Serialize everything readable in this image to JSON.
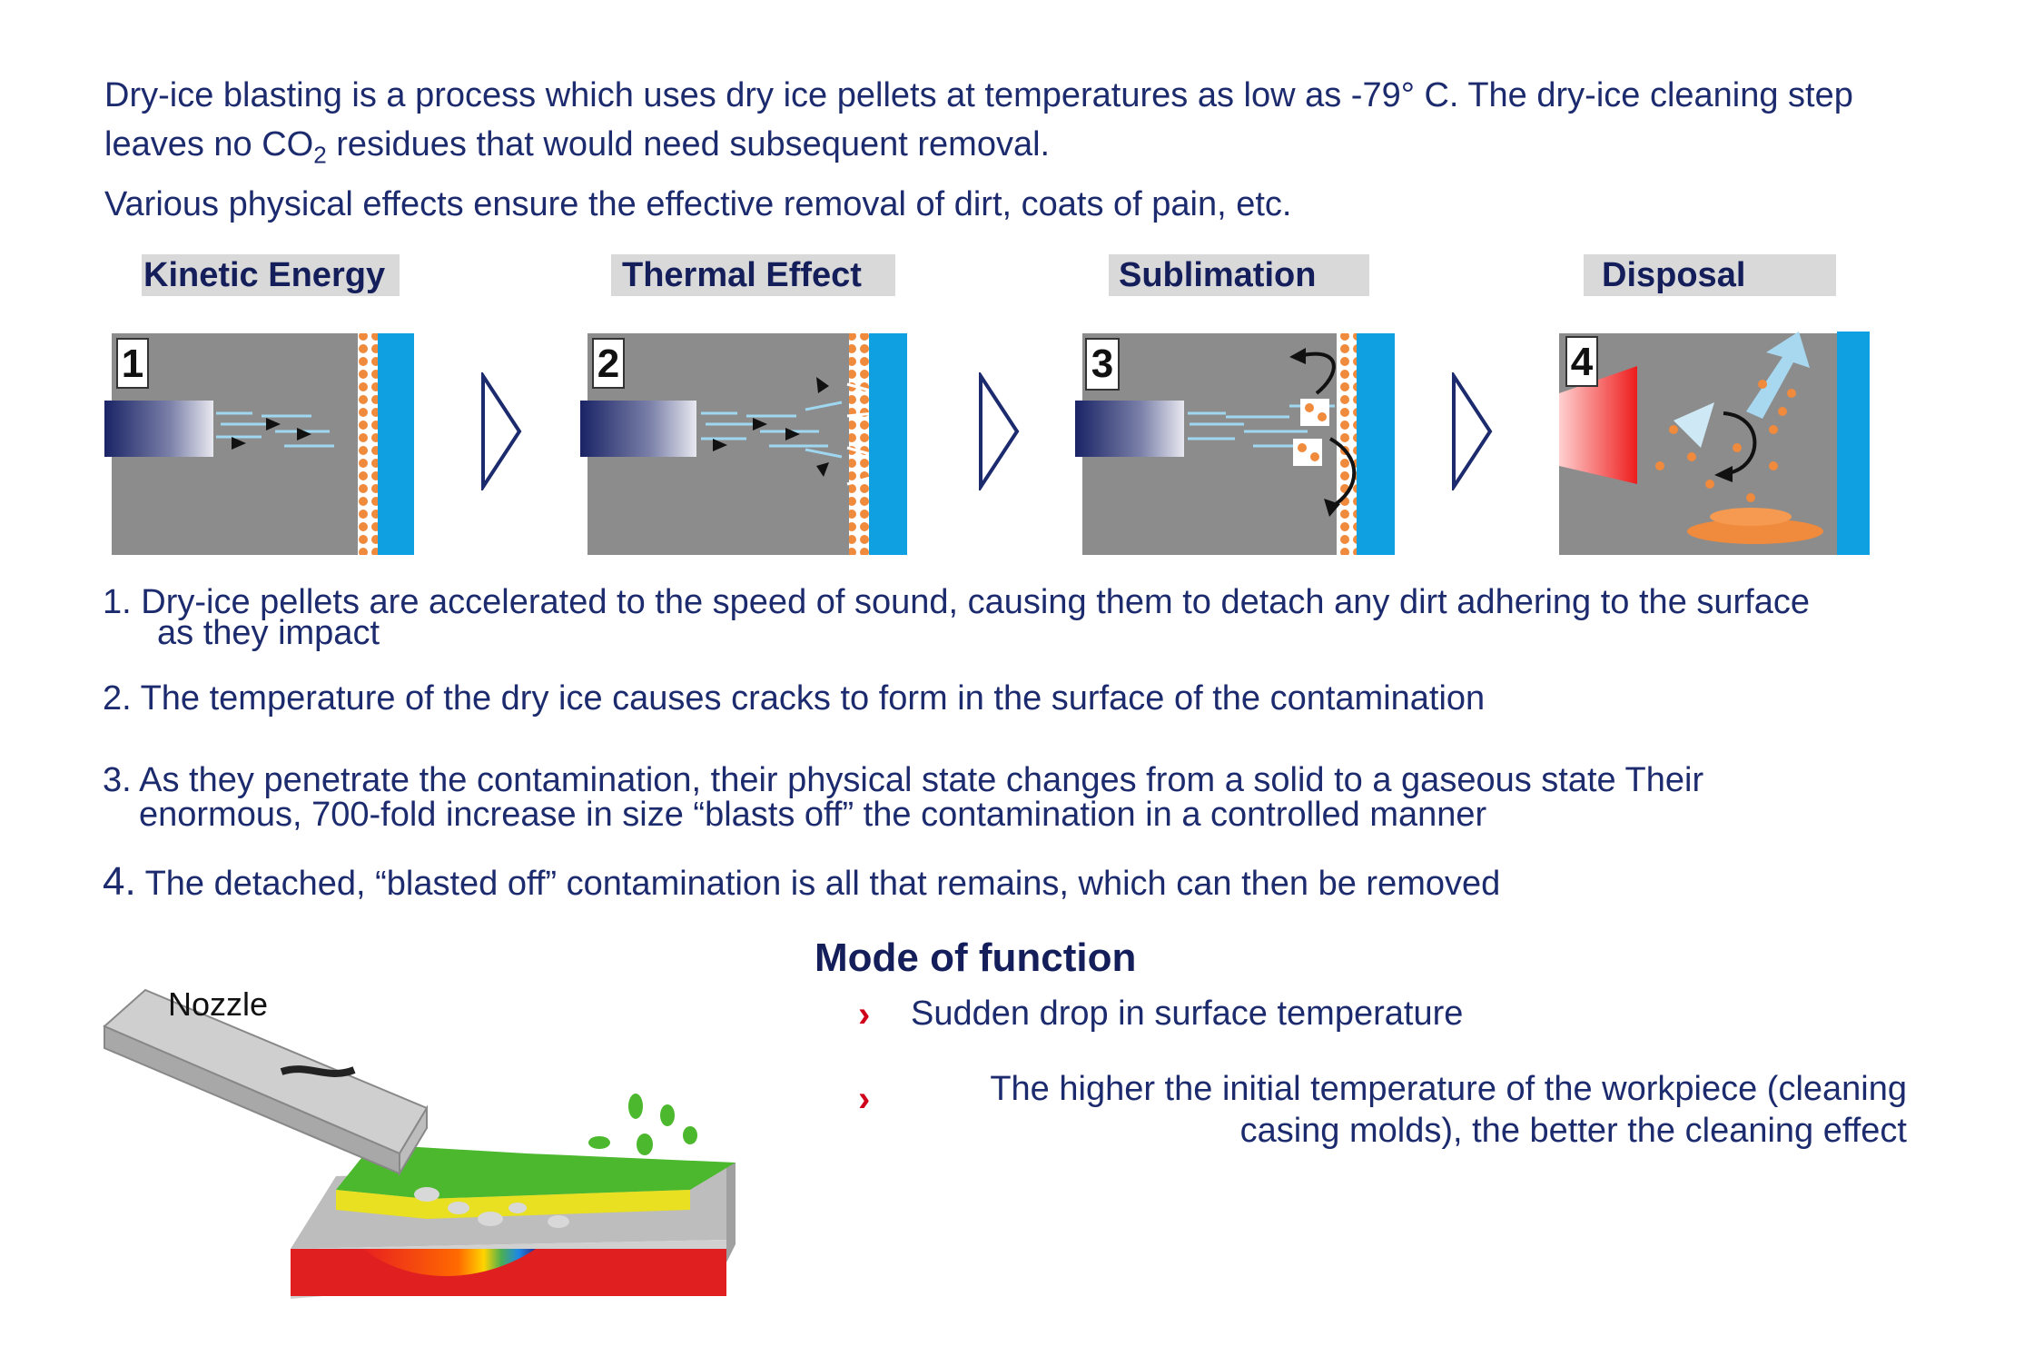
{
  "intro": {
    "line1": "Dry-ice blasting is a process which uses dry ice pellets at temperatures as low as -79° C. The dry-ice cleaning step",
    "line2_pre": "leaves no CO",
    "line2_sub": "2",
    "line2_post": " residues that would need subsequent removal.",
    "line3": "Various physical effects ensure the effective removal of dirt, coats of pain, etc."
  },
  "steps": [
    {
      "title": "Kinetic Energy",
      "number": "1"
    },
    {
      "title": "Thermal Effect",
      "number": "2"
    },
    {
      "title": "Sublimation",
      "number": "3"
    },
    {
      "title": "Disposal",
      "number": "4"
    }
  ],
  "descriptions": [
    {
      "line1": "1. Dry-ice pellets are accelerated to the speed of sound, causing them to detach any dirt adhering to the surface",
      "line2": "as they impact"
    },
    {
      "line1": "2. The temperature of the dry ice causes cracks to form in the surface of the contamination",
      "line2": ""
    },
    {
      "line1": "3. As they penetrate the contamination, their physical state changes from a solid to a gaseous state Their",
      "line2": "enormous, 700-fold increase in size “blasts off” the contamination in a controlled manner"
    },
    {
      "num": "4.",
      "line1": " The detached, “blasted off” contamination is all that remains, which can then be removed",
      "line2": ""
    }
  ],
  "illustration": {
    "nozzle_label": "Nozzle"
  },
  "mode": {
    "title": "Mode of function",
    "bullets": [
      {
        "line1": "Sudden drop in surface temperature",
        "line2": ""
      },
      {
        "line1": "The higher the initial temperature of the workpiece (cleaning",
        "line2": "casing molds), the better the cleaning effect"
      }
    ]
  },
  "colors": {
    "text": "#1c2a6e",
    "heading": "#141e5a",
    "panel_gray": "#8c8c8c",
    "surface_blue": "#0ea0e0",
    "dirt_orange": "#f08a3c",
    "bullet_red": "#d0021b"
  }
}
